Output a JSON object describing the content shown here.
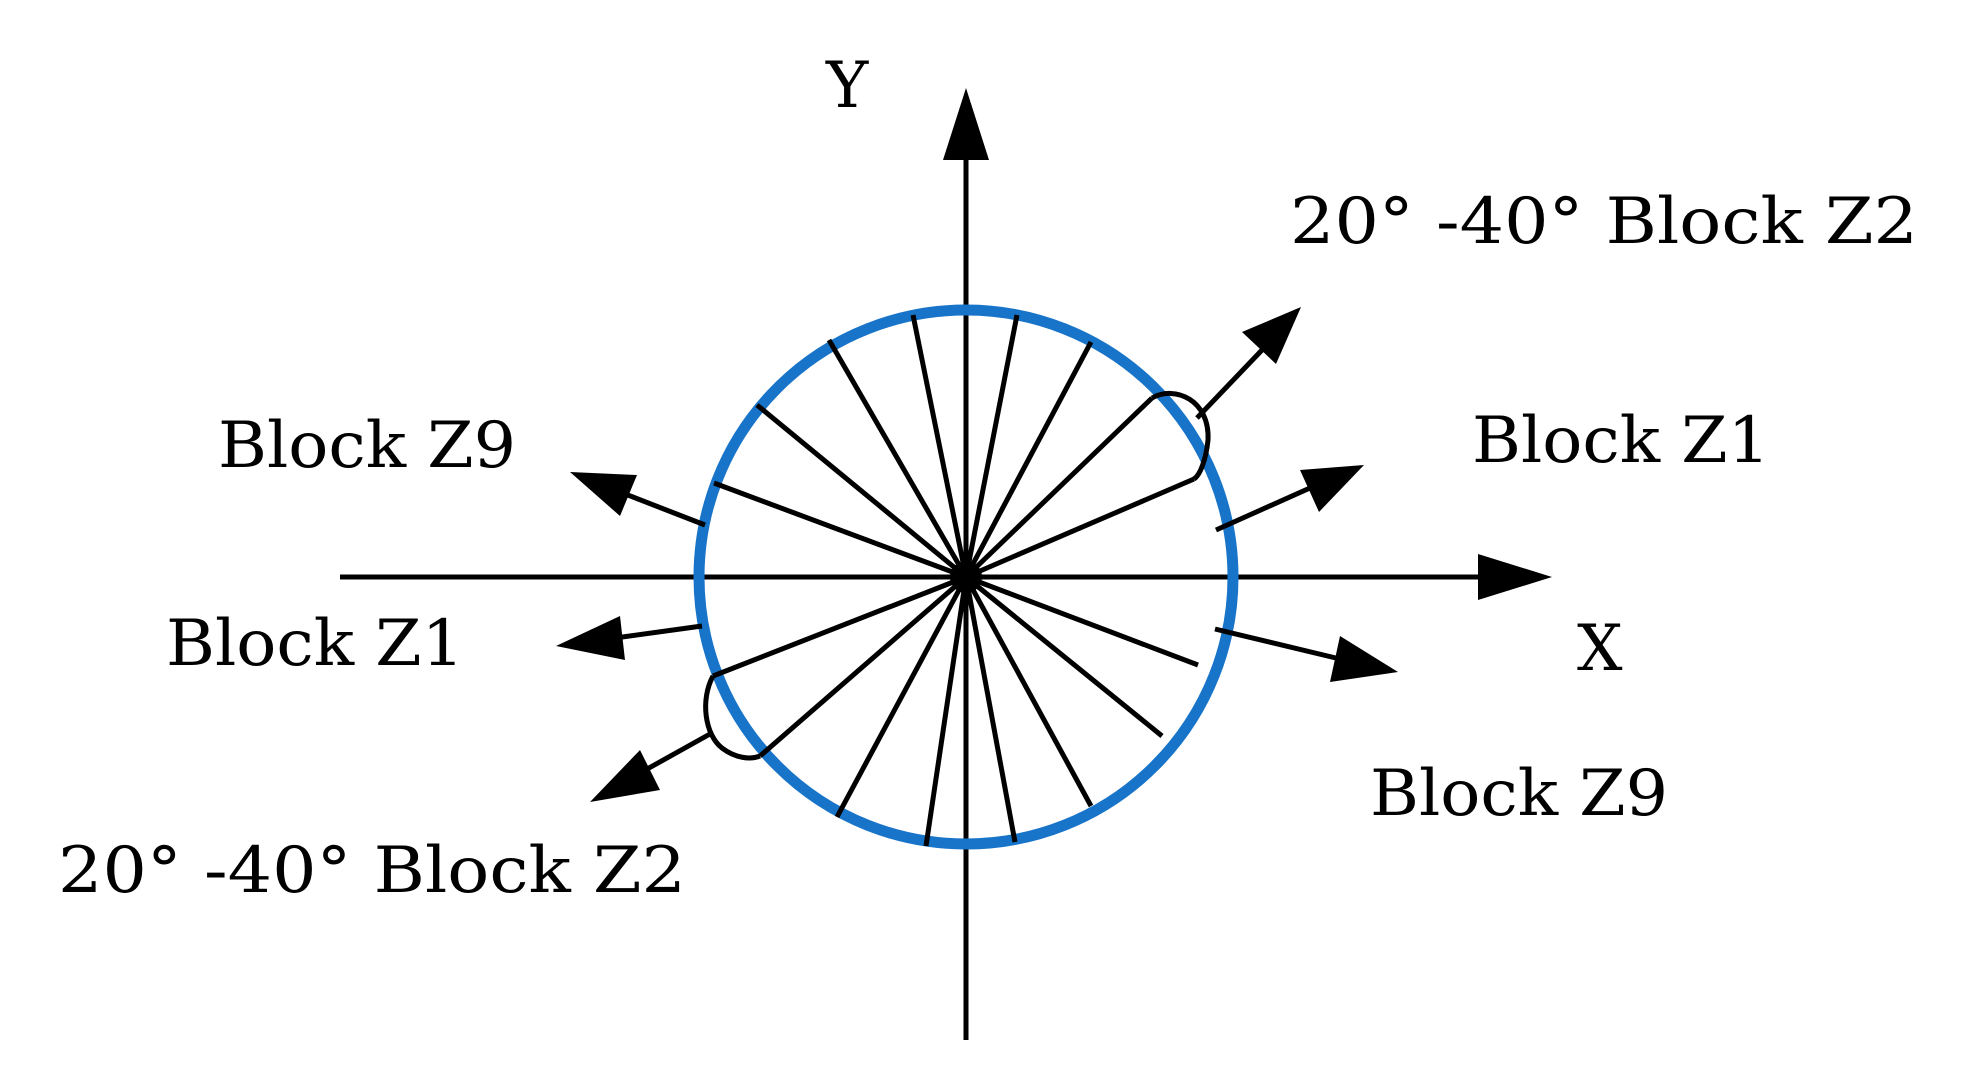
{
  "axes": {
    "x_label": "X",
    "y_label": "Y"
  },
  "labels": {
    "upper_right_z2": "20° -40° Block Z2",
    "right_z1": "Block Z1",
    "right_z9": "Block Z9",
    "left_z9": "Block Z9",
    "left_z1": "Block Z1",
    "lower_left_z2": "20° -40° Block Z2"
  },
  "colors": {
    "circle": "#1874c8",
    "lines": "#000000",
    "text": "#000000"
  }
}
